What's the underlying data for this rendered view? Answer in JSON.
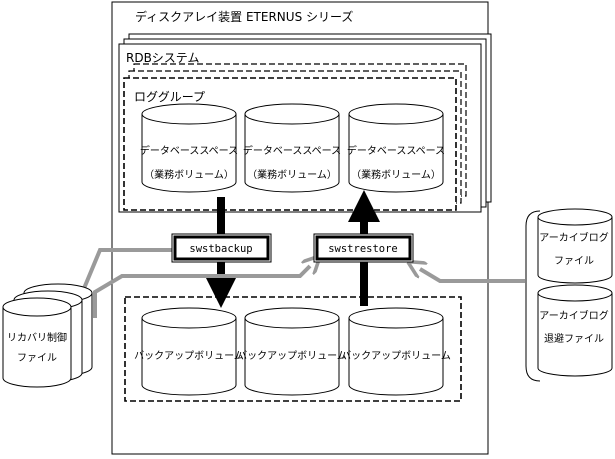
{
  "storage_system": {
    "title": "ディスクアレイ装置 ETERNUS シリーズ"
  },
  "rdb_system": {
    "title": "RDBシステム"
  },
  "log_group": {
    "title": "ロググループ"
  },
  "database_spaces": [
    {
      "line1": "データベーススペース",
      "line2": "（業務ボリューム）"
    },
    {
      "line1": "データベーススペース",
      "line2": "（業務ボリューム）"
    },
    {
      "line1": "データベーススペース",
      "line2": "（業務ボリューム）"
    }
  ],
  "commands": {
    "backup": "swstbackup",
    "restore": "swstrestore"
  },
  "backup_volumes": [
    {
      "label": "バックアップボリューム"
    },
    {
      "label": "バックアップボリューム"
    },
    {
      "label": "バックアップボリューム"
    }
  ],
  "recovery_file": {
    "line1": "リカバリ制御",
    "line2": "ファイル"
  },
  "archive_log_file": {
    "line1": "アーカイブログ",
    "line2": "ファイル"
  },
  "archive_evac_file": {
    "line1": "アーカイブログ",
    "line2": "退避ファイル"
  }
}
